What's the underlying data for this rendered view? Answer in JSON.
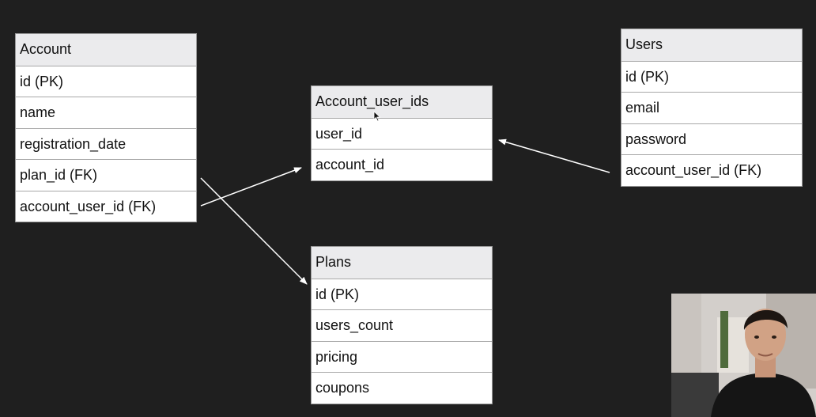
{
  "tables": {
    "account": {
      "title": "Account",
      "fields": [
        "id (PK)",
        "name",
        "registration_date",
        "plan_id (FK)",
        "account_user_id (FK)"
      ]
    },
    "account_user_ids": {
      "title": "Account_user_ids",
      "fields": [
        "user_id",
        "account_id"
      ]
    },
    "users": {
      "title": "Users",
      "fields": [
        "id (PK)",
        "email",
        "password",
        "account_user_id (FK)"
      ]
    },
    "plans": {
      "title": "Plans",
      "fields": [
        "id (PK)",
        "users_count",
        "pricing",
        "coupons"
      ]
    }
  },
  "relations": [
    {
      "from": "Account.plan_id (FK)",
      "to": "Plans.id (PK)"
    },
    {
      "from": "Account.account_user_id (FK)",
      "to": "Account_user_ids.account_id"
    },
    {
      "from": "Users.account_user_id (FK)",
      "to": "Account_user_ids.user_id"
    }
  ],
  "colors": {
    "background": "#1f1f1f",
    "header": "#ebebed",
    "row": "#ffffff",
    "border": "#9a9a9a",
    "arrow": "#ffffff"
  },
  "icons": {
    "cursor": "mouse-pointer-icon",
    "webcam": "presenter-webcam"
  }
}
